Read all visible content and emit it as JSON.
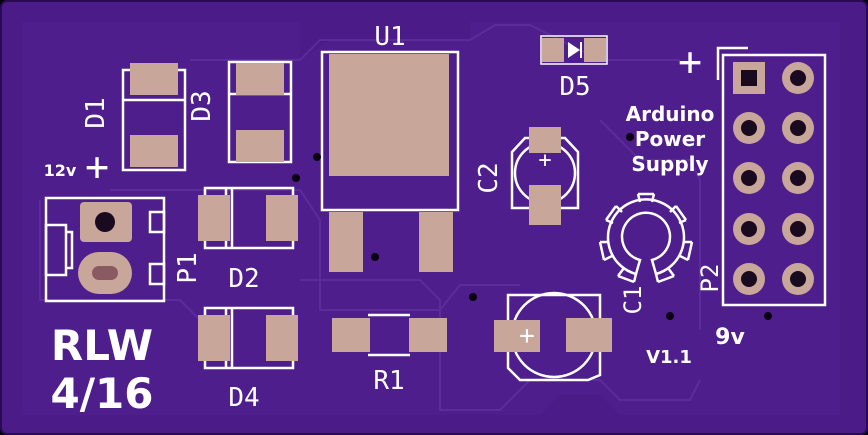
{
  "colors": {
    "board": "#4b1b88",
    "trace": "#5a2a95",
    "pad": "#c9a69a",
    "hole": "#8a5a62",
    "silk": "#ffffff",
    "via": "#0a0010"
  },
  "labels": {
    "u1": "U1",
    "d1": "D1",
    "d2": "D2",
    "d3": "D3",
    "d4": "D4",
    "d5": "D5",
    "r1": "R1",
    "c1": "C1",
    "c2": "C2",
    "p1": "P1",
    "p2": "P2",
    "v12": "12v",
    "plus_input": "+",
    "plus_header": "+",
    "plus_c1": "+",
    "plus_c2": "+",
    "title_line1": "Arduino",
    "title_line2": "Power",
    "title_line3": "Supply",
    "version": "V1.1",
    "v9": "9v",
    "author": "RLW",
    "date": "4/16"
  }
}
